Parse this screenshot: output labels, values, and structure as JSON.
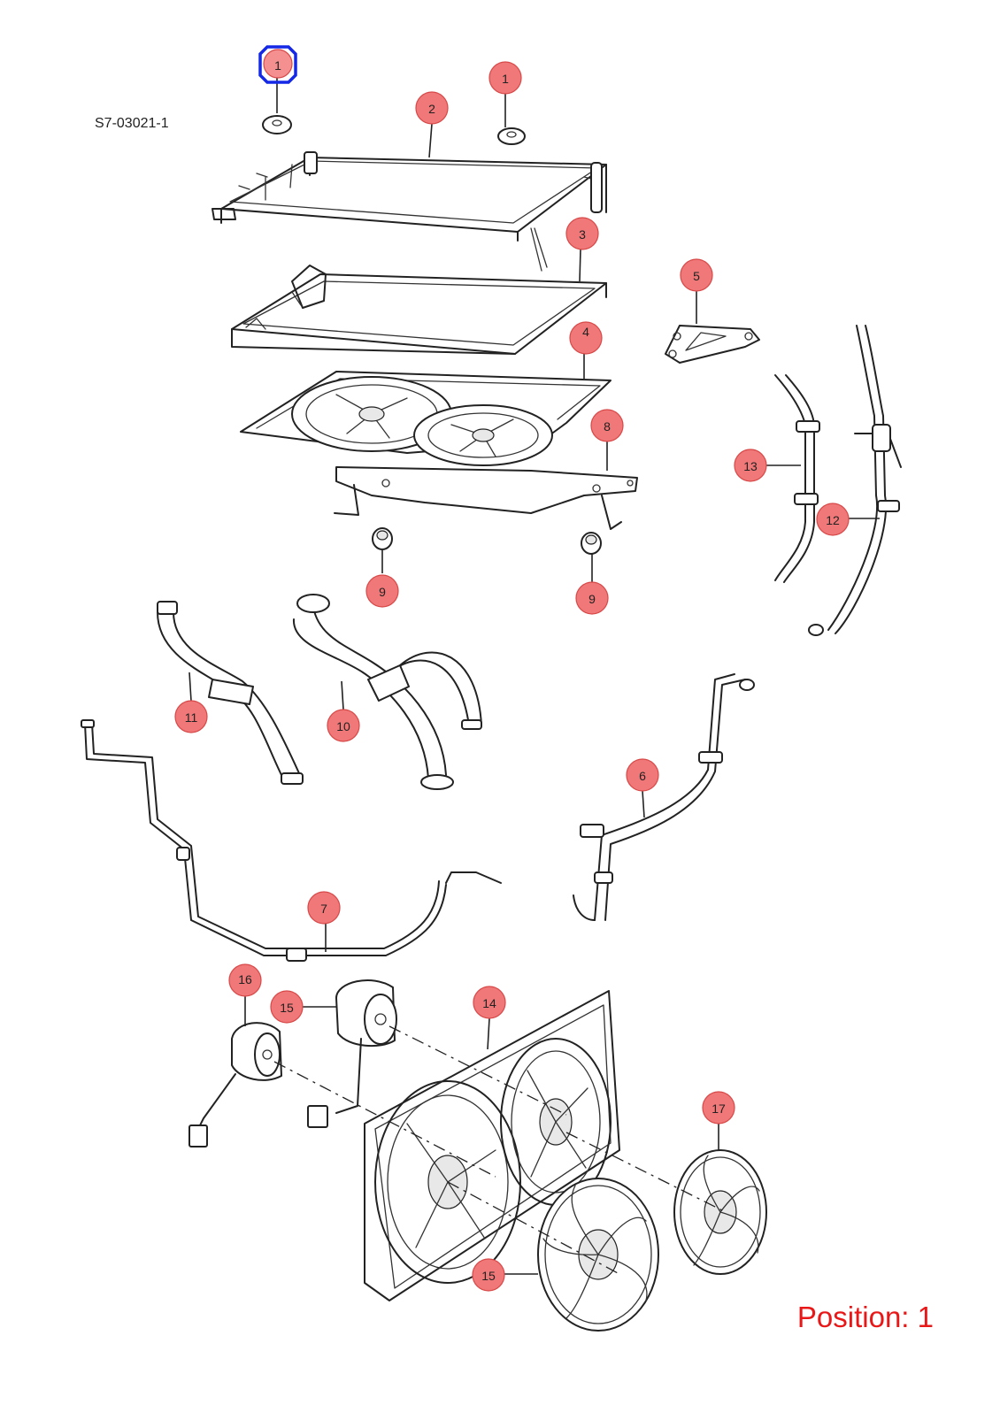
{
  "diagram": {
    "reference_code": "S7-03021-1",
    "position_label": "Position: 1",
    "selected_callout": "1",
    "callouts": [
      "1",
      "1",
      "2",
      "3",
      "4",
      "5",
      "6",
      "7",
      "8",
      "9",
      "9",
      "10",
      "11",
      "12",
      "13",
      "14",
      "15",
      "15",
      "16",
      "17"
    ],
    "colors": {
      "callout_fill": "#f07878",
      "selection_outline": "#1428e6",
      "position_text": "#e81818",
      "line_art": "#222222"
    }
  }
}
